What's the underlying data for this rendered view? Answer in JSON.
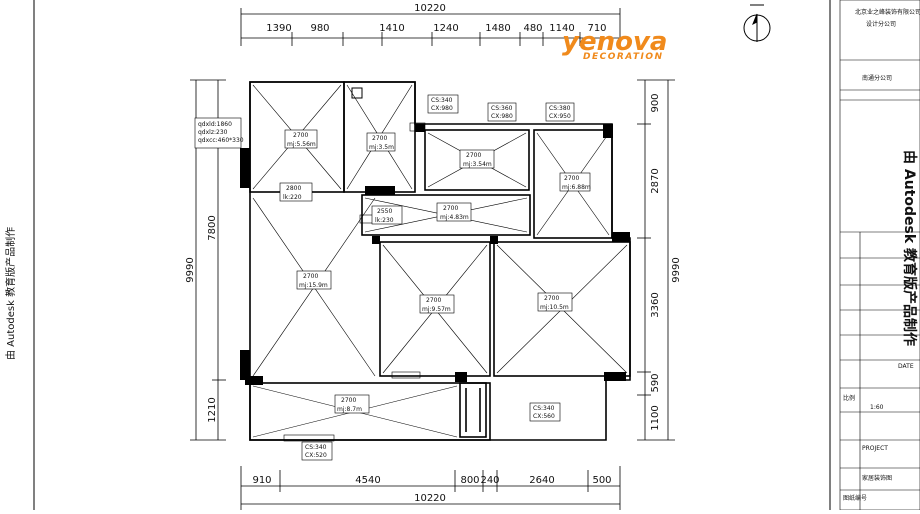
{
  "top_dimensions": {
    "overall": "10220",
    "segments": [
      "1390",
      "980",
      "1410",
      "1240",
      "1480",
      "480",
      "1140",
      "710"
    ]
  },
  "bottom_dimensions": {
    "overall": "10220",
    "segments": [
      "910",
      "4540",
      "800",
      "240",
      "2640",
      "500"
    ]
  },
  "left_dimensions": {
    "overall": "9990",
    "upper": "7800",
    "lower": "1210"
  },
  "right_dimensions": {
    "overall": "9990",
    "segments": [
      "900",
      "2870",
      "3360",
      "590",
      "1100"
    ]
  },
  "room_labels": {
    "r1_h": "2700",
    "r1_a": "mj:5.56m",
    "r2_h": "2700",
    "r2_a": "mj:3.5m",
    "r3_h": "2700",
    "r3_a": "mj:3.54m",
    "r4_h": "2700",
    "r4_a": "mj:6.88m",
    "hall_h": "2700",
    "hall_a": "mj:4.83m",
    "living_h": "2700",
    "living_a": "mj:15.9m",
    "bed2_h": "2700",
    "bed2_a": "mj:9.57m",
    "bed3_h": "2700",
    "bed3_a": "mj:10.5m",
    "balcony_h": "2700",
    "balcony_a": "mj:8.7m",
    "small1_a": "2800",
    "small1_b": "lk:220",
    "small2_a": "2550",
    "small2_b": "lk:230"
  },
  "window_labels": {
    "w1_cs": "CS:340",
    "w1_cx": "CX:980",
    "w2_cs": "CS:360",
    "w2_cx": "CX:980",
    "w3_cs": "CS:380",
    "w3_cx": "CX:950",
    "w4_cs": "CS:340",
    "w4_cx": "CX:560",
    "w5_cs": "CS:340",
    "w5_cx": "CX:520"
  },
  "door_note": {
    "line1": "qdxld:1860",
    "line2": "qdxlz:230",
    "line3": "qdxcc:460*330"
  },
  "watermark": "由 Autodesk 教育版产品制作",
  "logo": {
    "name": "yenova",
    "sub": "DECORATION"
  },
  "title_block": {
    "company_line1": "北京业之峰装饰有限公司",
    "company_line2": "设计分公司",
    "branch": "南通分公司",
    "scale_label": "比例",
    "scale": "1:60",
    "drawing_name": "家居装饰图",
    "date_label": "DATE",
    "project_label": "PROJECT",
    "stamp_label": "图纸编号"
  },
  "colors": {
    "line": "#000000",
    "logo": "#f08a1c"
  }
}
